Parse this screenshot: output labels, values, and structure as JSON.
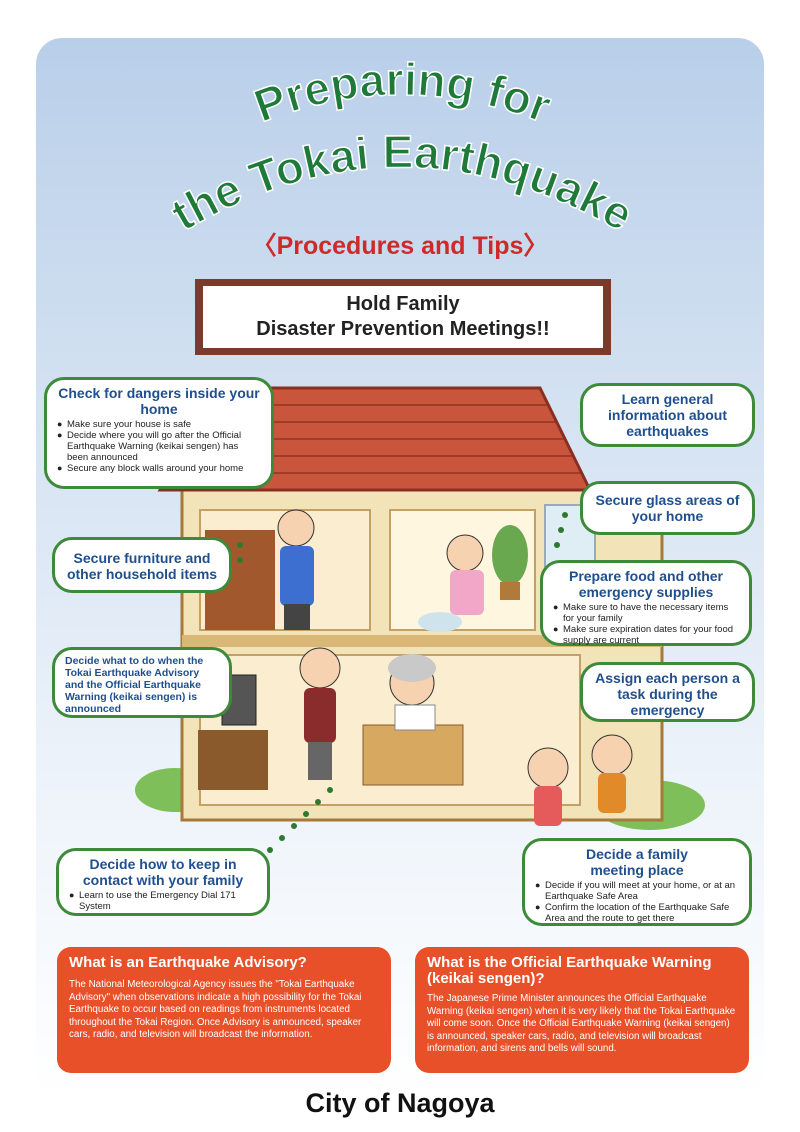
{
  "title": {
    "line1": "Preparing for",
    "line2": "the Tokai Earthquake"
  },
  "subtitle": "〈Procedures and Tips〉",
  "banner": {
    "line1": "Hold Family",
    "line2": "Disaster Prevention Meetings!!"
  },
  "bubbles": {
    "dangers": {
      "heading": "Check for dangers inside your home",
      "items": [
        "Make sure your house is safe",
        "Decide where you will go after the Official Earthquake Warning (keikai sengen) has been announced",
        "Secure any block walls around your home"
      ]
    },
    "furniture": {
      "heading": "Secure furniture and other household items"
    },
    "decide_advisory": {
      "heading": "Decide what to do when the Tokai Earthquake Advisory and the Official Earthquake Warning (keikai sengen) is announced"
    },
    "contact": {
      "heading": "Decide how to keep in contact with your family",
      "items": [
        "Learn to use the Emergency Dial 171 System"
      ]
    },
    "general_info": {
      "heading": "Learn general information about earthquakes"
    },
    "glass": {
      "heading": "Secure glass areas of your home"
    },
    "food": {
      "heading": "Prepare food and other emergency supplies",
      "items": [
        "Make sure to have the necessary items for your family",
        "Make sure expiration dates for your food supply are current"
      ]
    },
    "assign": {
      "heading": "Assign each person a task during the emergency"
    },
    "meeting_place": {
      "heading": "Decide a family meeting place",
      "items": [
        "Decide if you will meet at your home, or at an Earthquake Safe Area",
        "Confirm the location of the Earthquake Safe Area and the route to get there"
      ]
    }
  },
  "info": {
    "advisory": {
      "title": "What is an Earthquake Advisory?",
      "text": "The National Meteorological Agency issues the \"Tokai Earthquake Advisory\" when observations indicate a high possibility for the Tokai Earthquake to occur based on readings from instruments located throughout the Tokai Region. Once Advisory is announced, speaker cars, radio, and television will broadcast the information."
    },
    "warning": {
      "title": "What is the Official Earthquake Warning (keikai sengen)?",
      "text": "The Japanese Prime Minister announces the Official Earthquake Warning (keikai sengen) when it is very likely that the Tokai Earthquake will come soon. Once the Official Earthquake Warning (keikai sengen) is announced, speaker cars, radio, and television will broadcast information, and sirens and bells will sound."
    }
  },
  "footer": "City of Nagoya",
  "colors": {
    "title_green": "#1f7a3a",
    "subtitle_red": "#cf2a2a",
    "bubble_border": "#3d8a3a",
    "heading_blue": "#1f4f8f",
    "info_orange": "#e8502a",
    "roof": "#c9553c",
    "wall": "#f3e3b8"
  }
}
